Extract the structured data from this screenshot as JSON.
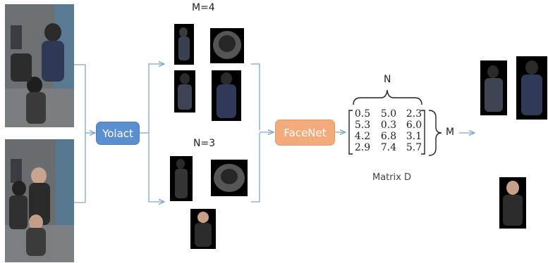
{
  "labels": {
    "m_header": "M=4",
    "n_header": "N=3",
    "n_brace": "N",
    "m_brace": "M",
    "matrix_caption": "Matrix D"
  },
  "nodes": {
    "yolact": "Yolact",
    "facenet": "FaceNet"
  },
  "matrix": [
    [
      "0.5",
      "5.0",
      "2.3"
    ],
    [
      "5.3",
      "0.3",
      "6.0"
    ],
    [
      "4.2",
      "6.8",
      "3.1"
    ],
    [
      "2.9",
      "7.4",
      "5.7"
    ]
  ],
  "colors": {
    "arrow": "#7ea6cf",
    "yolact_fill": "#5b8fd0",
    "facenet_fill": "#f3ab7c",
    "photo_bg": "#000000"
  },
  "icons": {
    "input_frames": "elevator-cctv-frame",
    "crops": "person-crop"
  }
}
